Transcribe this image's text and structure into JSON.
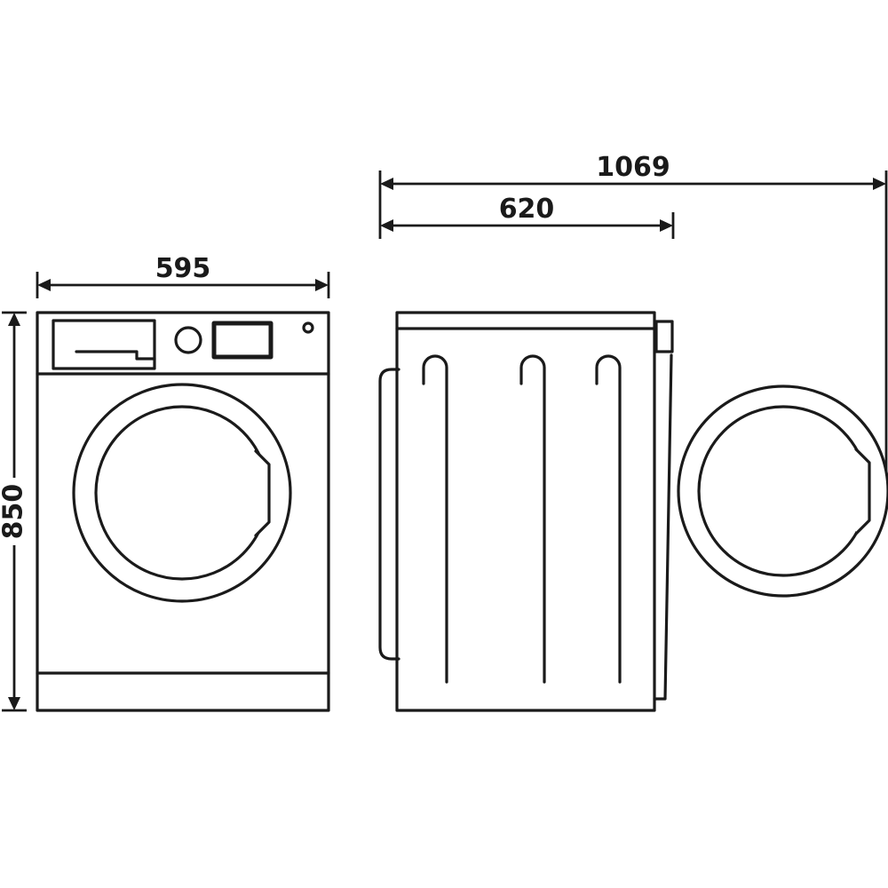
{
  "diagram": {
    "colors": {
      "line": "#1a1a1a",
      "background": "#ffffff"
    },
    "dimensions": {
      "front_width": "595",
      "front_height": "850",
      "side_depth": "620",
      "side_depth_door_open": "1069"
    }
  }
}
